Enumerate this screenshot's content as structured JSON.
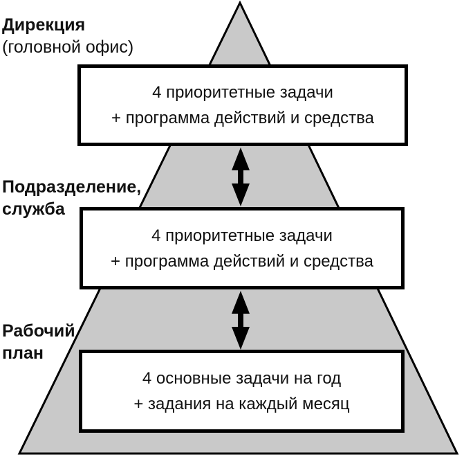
{
  "colors": {
    "pyramid_fill": "#c9c9c9",
    "outline": "#000000",
    "box_bg": "#ffffff",
    "text": "#111111"
  },
  "levels": [
    {
      "label_lines": [
        "Дирекция",
        "(головной офис)"
      ],
      "box_lines": [
        "4 приоритетные задачи",
        "+ программа действий и средства"
      ]
    },
    {
      "label_lines": [
        "Подразделение,",
        "служба"
      ],
      "box_lines": [
        "4 приоритетные задачи",
        "+ программа действий и средства"
      ]
    },
    {
      "label_lines": [
        "Рабочий",
        "план"
      ],
      "box_lines": [
        "4 основные задачи на год",
        "+ задания на каждый месяц"
      ]
    }
  ],
  "icons": {
    "pyramid": "pyramid-triangle",
    "connector": "double-headed-vertical-arrow"
  }
}
